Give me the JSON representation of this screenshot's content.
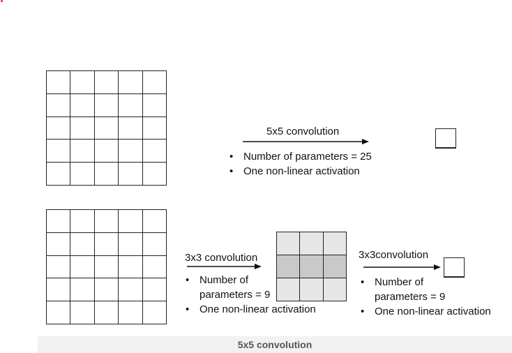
{
  "top_row": {
    "conv_label": "5x5 convolution",
    "bullets": [
      "Number of parameters = 25",
      "One non-linear activation"
    ]
  },
  "bottom_row": {
    "first_conv_label": "3x3 convolution",
    "first_bullets": [
      "Number of parameters = 9",
      "One non-linear activation"
    ],
    "second_conv_label": "3x3convolution",
    "second_bullets": [
      "Number of parameters = 9",
      "One non-linear activation"
    ]
  },
  "caption": "5x5 convolution",
  "colors": {
    "grid_line": "#222222",
    "highlight_light": "#e6e6e6",
    "highlight_dark": "#c9c9c9",
    "caption_bg": "#f2f2f2"
  }
}
